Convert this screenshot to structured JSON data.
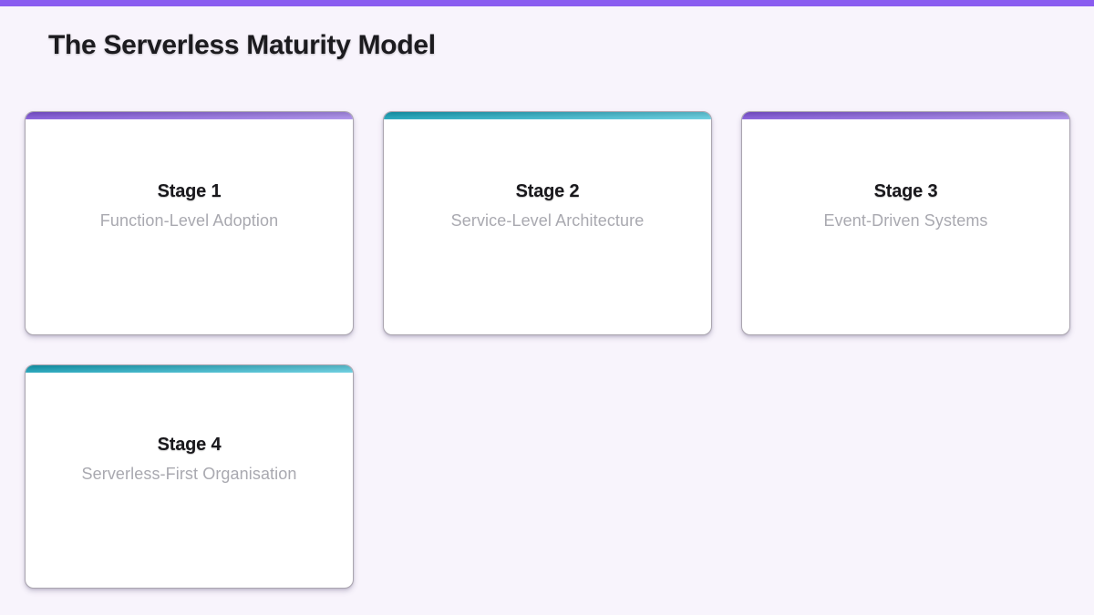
{
  "page": {
    "title": "The Serverless Maturity Model"
  },
  "theme": {
    "background": "#f8f4fc",
    "top_bar_color": "#8a5cf0",
    "card_background": "#ffffff",
    "title_color": "#1c1b1f",
    "subtitle_color": "#a9a9b0",
    "accents": {
      "purple": [
        "#7e53d8",
        "#a98ceb"
      ],
      "teal": [
        "#139fb6",
        "#5fccdf"
      ]
    }
  },
  "stages": [
    {
      "title": "Stage 1",
      "subtitle": "Function-Level Adoption",
      "accent": "purple"
    },
    {
      "title": "Stage 2",
      "subtitle": "Service-Level Architecture",
      "accent": "teal"
    },
    {
      "title": "Stage 3",
      "subtitle": "Event-Driven Systems",
      "accent": "purple"
    },
    {
      "title": "Stage 4",
      "subtitle": "Serverless-First Organisation",
      "accent": "teal"
    }
  ]
}
